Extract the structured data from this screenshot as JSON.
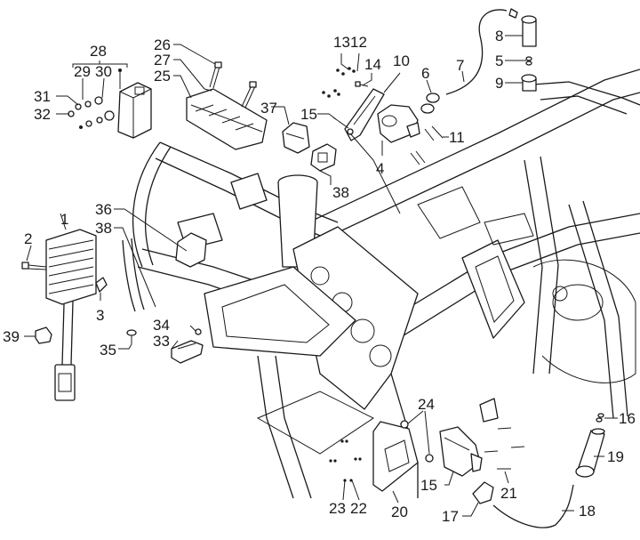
{
  "diagram": {
    "title": "",
    "description": "Exploded parts diagram of motorcycle frame with electrical components",
    "callouts": [
      {
        "id": "1",
        "label": "1"
      },
      {
        "id": "2",
        "label": "2"
      },
      {
        "id": "3",
        "label": "3"
      },
      {
        "id": "4",
        "label": "4"
      },
      {
        "id": "5",
        "label": "5"
      },
      {
        "id": "6",
        "label": "6"
      },
      {
        "id": "7",
        "label": "7"
      },
      {
        "id": "8",
        "label": "8"
      },
      {
        "id": "9",
        "label": "9"
      },
      {
        "id": "10",
        "label": "10"
      },
      {
        "id": "11",
        "label": "11"
      },
      {
        "id": "12",
        "label": "12"
      },
      {
        "id": "13",
        "label": "13"
      },
      {
        "id": "14",
        "label": "14"
      },
      {
        "id": "15a",
        "label": "15"
      },
      {
        "id": "15b",
        "label": "15"
      },
      {
        "id": "16",
        "label": "16"
      },
      {
        "id": "17",
        "label": "17"
      },
      {
        "id": "18",
        "label": "18"
      },
      {
        "id": "19",
        "label": "19"
      },
      {
        "id": "20",
        "label": "20"
      },
      {
        "id": "21",
        "label": "21"
      },
      {
        "id": "22",
        "label": "22"
      },
      {
        "id": "23",
        "label": "23"
      },
      {
        "id": "24",
        "label": "24"
      },
      {
        "id": "25",
        "label": "25"
      },
      {
        "id": "26",
        "label": "26"
      },
      {
        "id": "27",
        "label": "27"
      },
      {
        "id": "28",
        "label": "28"
      },
      {
        "id": "29",
        "label": "29"
      },
      {
        "id": "30",
        "label": "30"
      },
      {
        "id": "31",
        "label": "31"
      },
      {
        "id": "32",
        "label": "32"
      },
      {
        "id": "33",
        "label": "33"
      },
      {
        "id": "34",
        "label": "34"
      },
      {
        "id": "35",
        "label": "35"
      },
      {
        "id": "36",
        "label": "36"
      },
      {
        "id": "37",
        "label": "37"
      },
      {
        "id": "38a",
        "label": "38"
      },
      {
        "id": "38b",
        "label": "38"
      },
      {
        "id": "39",
        "label": "39"
      }
    ]
  }
}
